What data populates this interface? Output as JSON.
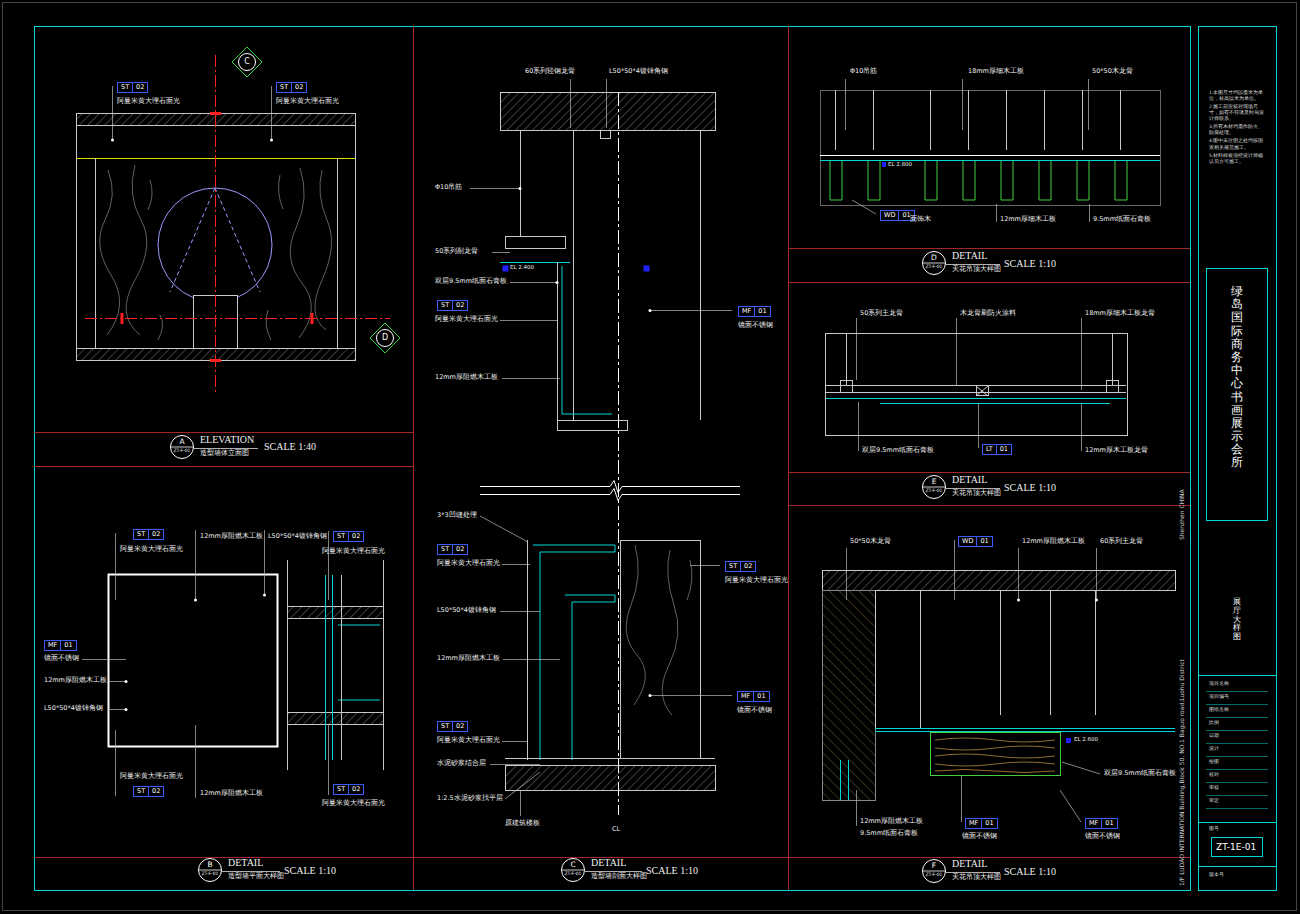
{
  "diagram": {
    "nodes": [
      {
        "text": [
          "C"
        ]
      },
      {
        "text": [
          "ST",
          "02"
        ]
      },
      {
        "text": [
          "ST",
          "02"
        ]
      },
      {
        "text": [
          "D"
        ]
      },
      {
        "text": [
          "A",
          "ZT-F-01"
        ]
      },
      {
        "text": [
          "ST",
          "02"
        ]
      },
      {
        "text": [
          "ST",
          "02"
        ]
      },
      {
        "text": [
          "MF",
          "01"
        ]
      },
      {
        "text": [
          "ST",
          "02"
        ]
      },
      {
        "text": [
          "ST",
          "02"
        ]
      },
      {
        "text": [
          "B",
          "ZT-F-01"
        ]
      },
      {
        "text": [
          "ST",
          "02"
        ]
      },
      {
        "text": [
          "MF",
          "01"
        ]
      },
      {
        "text": [
          "ST",
          "02"
        ]
      },
      {
        "text": [
          "ST",
          "02"
        ]
      },
      {
        "text": [
          "MF",
          "01"
        ]
      },
      {
        "text": [
          "ST",
          "02"
        ]
      },
      {
        "text": [
          "C",
          "ZT-F-01"
        ]
      },
      {
        "text": [
          "WD",
          "01"
        ]
      },
      {
        "text": [
          "D",
          "ZT-F-01"
        ]
      },
      {
        "text": [
          "LT",
          "01"
        ]
      },
      {
        "text": [
          "E",
          "ZT-F-01"
        ]
      },
      {
        "text": [
          "WD",
          "01"
        ]
      },
      {
        "text": [
          "MF",
          "01"
        ]
      },
      {
        "text": [
          "MF",
          "01"
        ]
      },
      {
        "text": [
          "F",
          "ZT-F-01"
        ]
      }
    ],
    "labels": [
      "阿曼米黄大理石面光",
      "阿曼米黄大理石面光",
      "ELEVATION",
      "造型墙体立面图",
      "SCALE 1:40",
      "阿曼米黄大理石面光",
      "12mm厚阻燃木工板",
      "L50*50*4镀锌角钢",
      "阿曼米黄大理石面光",
      "镜面不锈钢",
      "12mm厚阻燃木工板",
      "L50*50*4镀锌角钢",
      "阿曼米黄大理石面光",
      "12mm厚阻燃木工板",
      "阿曼米黄大理石面光",
      "DETAIL",
      "造型墙平面大样图",
      "SCALE 1:10",
      "60系列轻钢龙骨",
      "L50*50*4镀锌角钢",
      "Φ10吊筋",
      "50系列副龙骨",
      "双层9.5mm纸面石膏板",
      "阿曼米黄大理石面光",
      "12mm厚阻燃木工板",
      "EL 2.400",
      "镜面不锈钢",
      "3*3凹缝处理",
      "阿曼米黄大理石面光",
      "阿曼米黄大理石面光",
      "L50*50*4镀锌角钢",
      "12mm厚阻燃木工板",
      "镜面不锈钢",
      "阿曼米黄大理石面光",
      "水泥砂浆结合层",
      "1:2.5水泥砂浆找平层",
      "原建筑楼板",
      "CL",
      "DETAIL",
      "造型墙剖面大样图",
      "SCALE 1:10",
      "Φ10吊筋",
      "18mm厚细木工板",
      "50*50木龙骨",
      "EL 2.800",
      "面饰木",
      "12mm厚细木工板",
      "9.5mm纸面石膏板",
      "DETAIL",
      "天花吊顶大样图",
      "SCALE 1:10",
      "50系列主龙骨",
      "木龙骨刷防火涂料",
      "18mm厚细木工板龙骨",
      "双层9.5mm纸面石膏板",
      "12mm厚木工板龙骨",
      "DETAIL",
      "天花吊顶大样图",
      "SCALE 1:10",
      "50*50木龙骨",
      "12mm厚阻燃木工板",
      "60系列主龙骨",
      "EL 2.600",
      "双层9.5mm纸面石膏板",
      "12mm厚阻燃木工板",
      "9.5mm纸面石膏板",
      "镜面不锈钢",
      "镜面不锈钢",
      "DETAIL",
      "天花吊顶大样图",
      "SCALE 1:10",
      "1/F LUDAO INTERNATION Building,Block 50, NO.1 Baguo road,Luohu District",
      "Shenzhen CHINA",
      "1.本图尺寸均以毫米为单位，标高以米为单位。",
      "2.施工前应核对现场尺寸，如有不符请及时与设计师联系。",
      "3.所有木材均需作防火、防腐处理。",
      "4.图中未注明之处均按国家相关规范施工。",
      "5.材料样板须经设计师确认后方可施工。",
      "绿岛国际商务中心书画展示会所",
      "展厅大样图",
      "项目名称",
      "项目编号",
      "图纸名称",
      "比例",
      "日期",
      "设计",
      "绘图",
      "校对",
      "审核",
      "审定",
      "图号",
      "ZT-1E-01",
      "版本号"
    ]
  }
}
